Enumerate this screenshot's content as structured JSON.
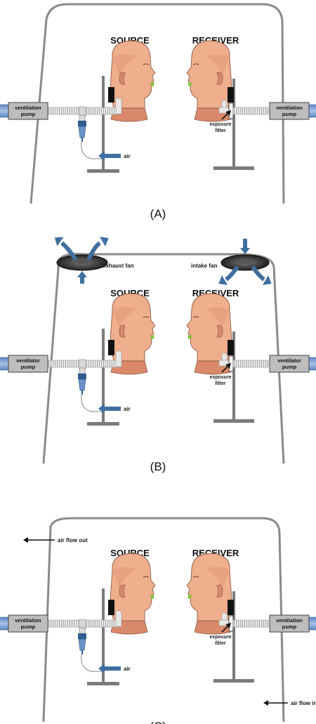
{
  "colors": {
    "skin": "#efae8c",
    "skin_shade": "#d9896a",
    "stand": "#7b7b7b",
    "enclosure": "#8a8a8a",
    "arrow_blue": "#3f6f9e",
    "pump_gray": "#bdbdbd",
    "mouth_green": "#7ecb3b"
  },
  "panels": [
    {
      "id": "A",
      "label": "(A)",
      "source_title": "SOURCE",
      "receiver_title": "RECEIVER",
      "left_pump": [
        "ventilation",
        "pump"
      ],
      "right_pump": [
        "ventilation",
        "pump"
      ],
      "filter_label": [
        "exposure",
        "filter"
      ],
      "air_label": "air"
    },
    {
      "id": "B",
      "label": "(B)",
      "source_title": "SOURCE",
      "receiver_title": "RECEIVER",
      "left_pump": [
        "ventilator",
        "pump"
      ],
      "right_pump": [
        "ventilator",
        "pump"
      ],
      "filter_label": [
        "exposure",
        "filter"
      ],
      "air_label": "air",
      "exhaust_fan": "exhaust fan",
      "intake_fan": "intake fan"
    },
    {
      "id": "C",
      "label": "(C)",
      "source_title": "SOURCE",
      "receiver_title": "RECEIVER",
      "left_pump": [
        "ventilation",
        "pump"
      ],
      "right_pump": [
        "ventilation",
        "pump"
      ],
      "filter_label": [
        "exposure",
        "filter"
      ],
      "air_label": "air",
      "air_flow_out": "air flow out",
      "air_flow_in": "air flow in"
    }
  ]
}
